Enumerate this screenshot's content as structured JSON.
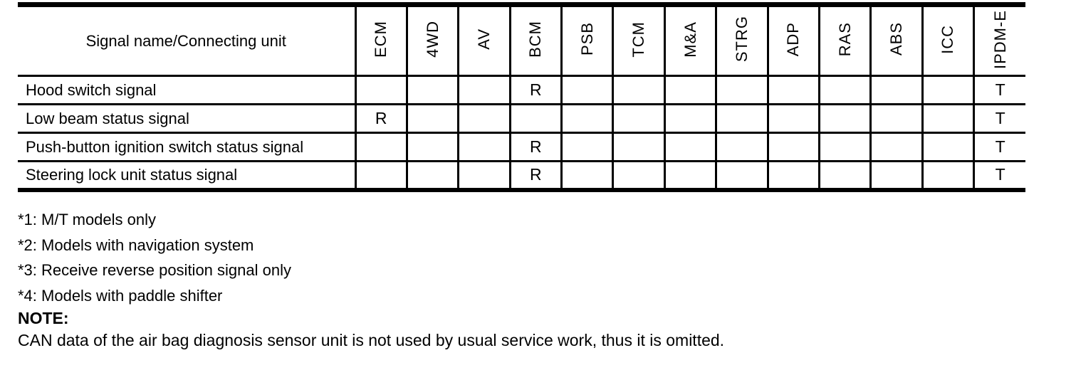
{
  "table": {
    "header": {
      "label": "Signal name/Connecting unit",
      "columns": [
        "ECM",
        "4WD",
        "AV",
        "BCM",
        "PSB",
        "TCM",
        "M&A",
        "STRG",
        "ADP",
        "RAS",
        "ABS",
        "ICC",
        "IPDM-E"
      ]
    },
    "rows": [
      {
        "name": "Hood switch signal",
        "cells": [
          "",
          "",
          "",
          "R",
          "",
          "",
          "",
          "",
          "",
          "",
          "",
          "",
          "T"
        ]
      },
      {
        "name": "Low beam status signal",
        "cells": [
          "R",
          "",
          "",
          "",
          "",
          "",
          "",
          "",
          "",
          "",
          "",
          "",
          "T"
        ]
      },
      {
        "name": "Push-button ignition switch status signal",
        "cells": [
          "",
          "",
          "",
          "R",
          "",
          "",
          "",
          "",
          "",
          "",
          "",
          "",
          "T"
        ]
      },
      {
        "name": "Steering lock unit status signal",
        "cells": [
          "",
          "",
          "",
          "R",
          "",
          "",
          "",
          "",
          "",
          "",
          "",
          "",
          "T"
        ]
      }
    ]
  },
  "footnotes": [
    "*1: M/T models only",
    "*2: Models with navigation system",
    "*3: Receive reverse position signal only",
    "*4: Models with paddle shifter"
  ],
  "note": {
    "label": "NOTE:",
    "text": "CAN data of the air bag diagnosis sensor unit is not used by usual service work, thus it is omitted."
  }
}
